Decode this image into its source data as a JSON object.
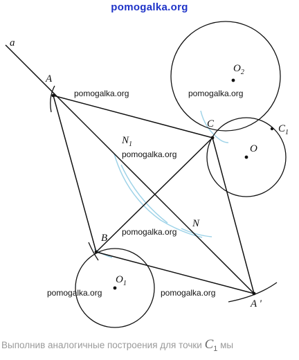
{
  "header": {
    "site": "pomogalka.org"
  },
  "diagram": {
    "labels": {
      "a": "a",
      "A": "A",
      "B": "B",
      "C": "C",
      "C1": "C",
      "C1_sub": "1",
      "N": "N",
      "N1": "N",
      "N1_sub": "1",
      "O": "O",
      "O1": "O",
      "O1_sub": "1",
      "O2": "O",
      "O2_sub": "2",
      "A_prime": "A '"
    },
    "watermarks": [
      "pomogalka.org",
      "pomogalka.org",
      "pomogalka.org",
      "pomogalka.org",
      "pomogalka.org",
      "pomogalka.org"
    ],
    "colors": {
      "line": "#111111",
      "construction_arc": "#9fd3e8",
      "watermark_header": "#1e33c8"
    }
  },
  "caption": {
    "text": "Выполнив аналогичные построения для точки ",
    "symbol": "C",
    "symbol_sub": "1",
    "tail": " мы"
  }
}
